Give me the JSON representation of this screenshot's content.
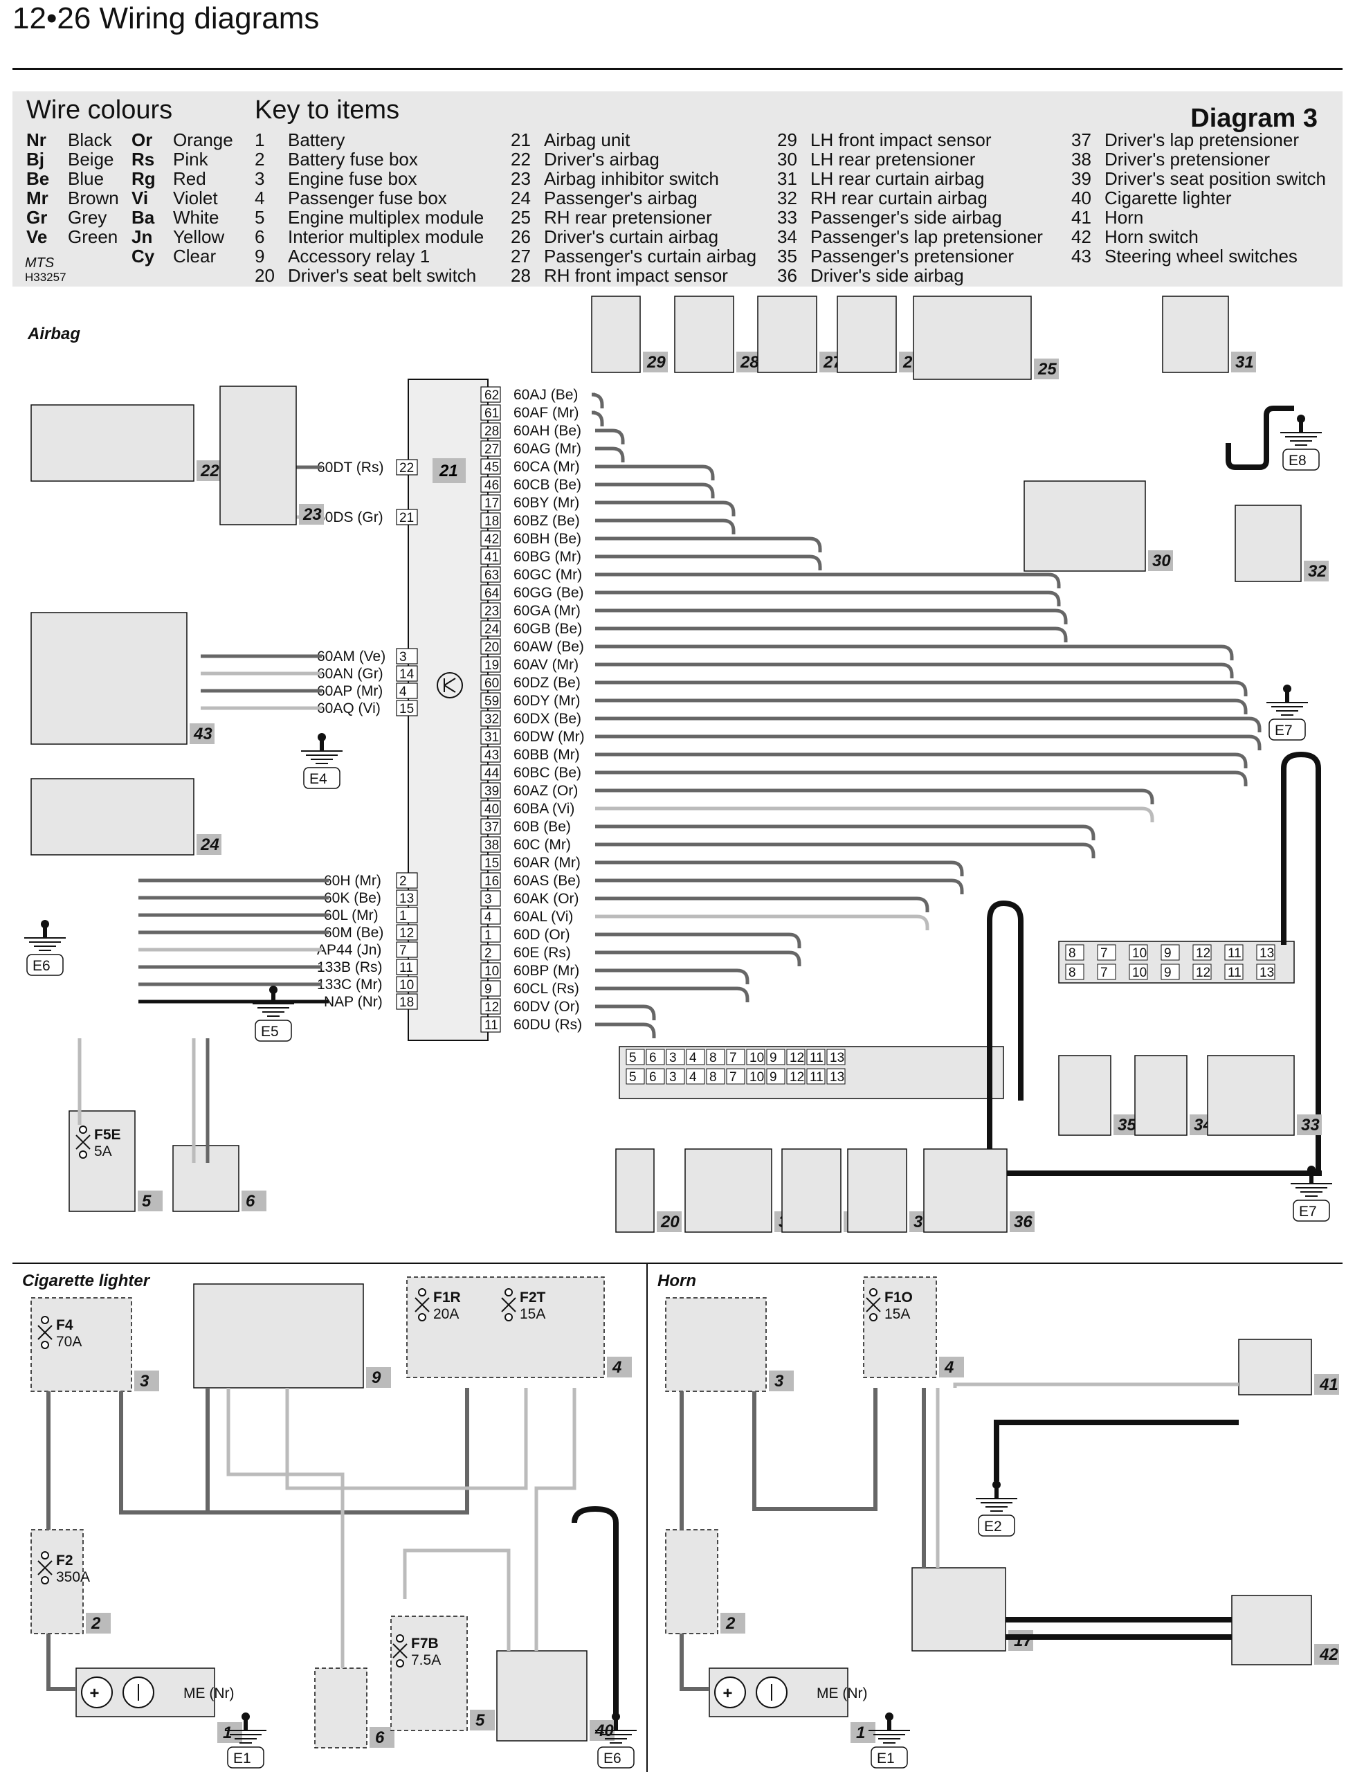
{
  "header": {
    "title": "12•26  Wiring diagrams",
    "diagram": "Diagram 3"
  },
  "wire_colours": {
    "title": "Wire colours",
    "items": [
      {
        "code": "Nr",
        "name": "Black"
      },
      {
        "code": "Bj",
        "name": "Beige"
      },
      {
        "code": "Be",
        "name": "Blue"
      },
      {
        "code": "Mr",
        "name": "Brown"
      },
      {
        "code": "Gr",
        "name": "Grey"
      },
      {
        "code": "Ve",
        "name": "Green"
      },
      {
        "code": "Or",
        "name": "Orange"
      },
      {
        "code": "Rs",
        "name": "Pink"
      },
      {
        "code": "Rg",
        "name": "Red"
      },
      {
        "code": "Vi",
        "name": "Violet"
      },
      {
        "code": "Ba",
        "name": "White"
      },
      {
        "code": "Jn",
        "name": "Yellow"
      },
      {
        "code": "Cy",
        "name": "Clear"
      }
    ],
    "mts": "MTS",
    "code": "H33257"
  },
  "key": {
    "title": "Key to items",
    "items": [
      "1  Battery",
      "2  Battery fuse box",
      "3  Engine fuse box",
      "4  Passenger fuse box",
      "5  Engine multiplex module",
      "6  Interior multiplex module",
      "9  Accessory relay 1",
      "20  Driver's seat belt switch",
      "21  Airbag unit",
      "22  Driver's airbag",
      "23  Airbag inhibitor switch",
      "24  Passenger's airbag",
      "25  RH rear pretensioner",
      "26  Driver's curtain airbag",
      "27  Passenger's curtain airbag",
      "28  RH front impact sensor",
      "29  LH front impact sensor",
      "30  LH rear pretensioner",
      "31  LH rear curtain airbag",
      "32  RH rear curtain airbag",
      "33  Passenger's side airbag",
      "34  Passenger's lap pretensioner",
      "35  Passenger's pretensioner",
      "36  Driver's side airbag",
      "37  Driver's lap pretensioner",
      "38  Driver's pretensioner",
      "39  Driver's seat position switch",
      "40  Cigarette lighter",
      "41  Horn",
      "42  Horn switch",
      "43  Steering wheel switches"
    ]
  },
  "sections": {
    "airbag": "Airbag",
    "cig": "Cigarette lighter",
    "horn": "Horn"
  },
  "airbag_unit": {
    "label": "21",
    "right_pins": [
      [
        "62",
        "60AJ (Be)"
      ],
      [
        "61",
        "60AF (Mr)"
      ],
      [
        "28",
        "60AH (Be)"
      ],
      [
        "27",
        "60AG (Mr)"
      ],
      [
        "45",
        "60CA (Mr)"
      ],
      [
        "46",
        "60CB (Be)"
      ],
      [
        "17",
        "60BY (Mr)"
      ],
      [
        "18",
        "60BZ (Be)"
      ],
      [
        "42",
        "60BH (Be)"
      ],
      [
        "41",
        "60BG (Mr)"
      ],
      [
        "63",
        "60GC (Mr)"
      ],
      [
        "64",
        "60GG (Be)"
      ],
      [
        "23",
        "60GA (Mr)"
      ],
      [
        "24",
        "60GB (Be)"
      ],
      [
        "20",
        "60AW (Be)"
      ],
      [
        "19",
        "60AV (Mr)"
      ],
      [
        "60",
        "60DZ (Be)"
      ],
      [
        "59",
        "60DY (Mr)"
      ],
      [
        "32",
        "60DX (Be)"
      ],
      [
        "31",
        "60DW (Mr)"
      ],
      [
        "43",
        "60BB (Mr)"
      ],
      [
        "44",
        "60BC (Be)"
      ],
      [
        "39",
        "60AZ (Or)"
      ],
      [
        "40",
        "60BA (Vi)"
      ],
      [
        "37",
        "60B (Be)"
      ],
      [
        "38",
        "60C (Mr)"
      ],
      [
        "15",
        "60AR (Mr)"
      ],
      [
        "16",
        "60AS (Be)"
      ],
      [
        "3",
        "60AK (Or)"
      ],
      [
        "4",
        "60AL (Vi)"
      ],
      [
        "1",
        "60D (Or)"
      ],
      [
        "2",
        "60E (Rs)"
      ],
      [
        "10",
        "60BP (Mr)"
      ],
      [
        "9",
        "60CL (Rs)"
      ],
      [
        "12",
        "60DV (Or)"
      ],
      [
        "11",
        "60DU (Rs)"
      ]
    ],
    "left_pins_top": [
      [
        "22",
        "60DT (Rs)"
      ],
      [
        "21",
        "60DS (Gr)"
      ]
    ],
    "left_pins_mid": [
      [
        "3",
        "60AM (Ve)"
      ],
      [
        "14",
        "60AN (Gr)"
      ],
      [
        "4",
        "60AP (Mr)"
      ],
      [
        "15",
        "60AQ (Vi)"
      ]
    ],
    "left_pins_low": [
      [
        "2",
        "60H (Mr)"
      ],
      [
        "13",
        "60K (Be)"
      ],
      [
        "1",
        "60L (Mr)"
      ],
      [
        "12",
        "60M (Be)"
      ],
      [
        "7",
        "AP44 (Jn)"
      ],
      [
        "11",
        "133B (Rs)"
      ],
      [
        "10",
        "133C (Mr)"
      ],
      [
        "18",
        "NAP (Nr)"
      ]
    ]
  },
  "connector_top": [
    "8",
    "7",
    "10",
    "9",
    "12",
    "11",
    "13"
  ],
  "connector_bottom": [
    "5",
    "6",
    "3",
    "4",
    "8",
    "7",
    "10",
    "9",
    "12",
    "11",
    "13"
  ],
  "grounds": [
    "E8",
    "E7",
    "E4",
    "E6",
    "E5",
    "E7",
    "E2",
    "E1",
    "E6",
    "E1"
  ],
  "fuses": {
    "f5e": {
      "name": "F5E",
      "rating": "5A"
    },
    "f4": {
      "name": "F4",
      "rating": "70A"
    },
    "f2": {
      "name": "F2",
      "rating": "350A"
    },
    "f1r": {
      "name": "F1R",
      "rating": "20A"
    },
    "f2t": {
      "name": "F2T",
      "rating": "15A"
    },
    "f7b": {
      "name": "F7B",
      "rating": "7.5A"
    },
    "f1o": {
      "name": "F1O",
      "rating": "15A"
    }
  },
  "battery_wire": "ME (Nr)"
}
